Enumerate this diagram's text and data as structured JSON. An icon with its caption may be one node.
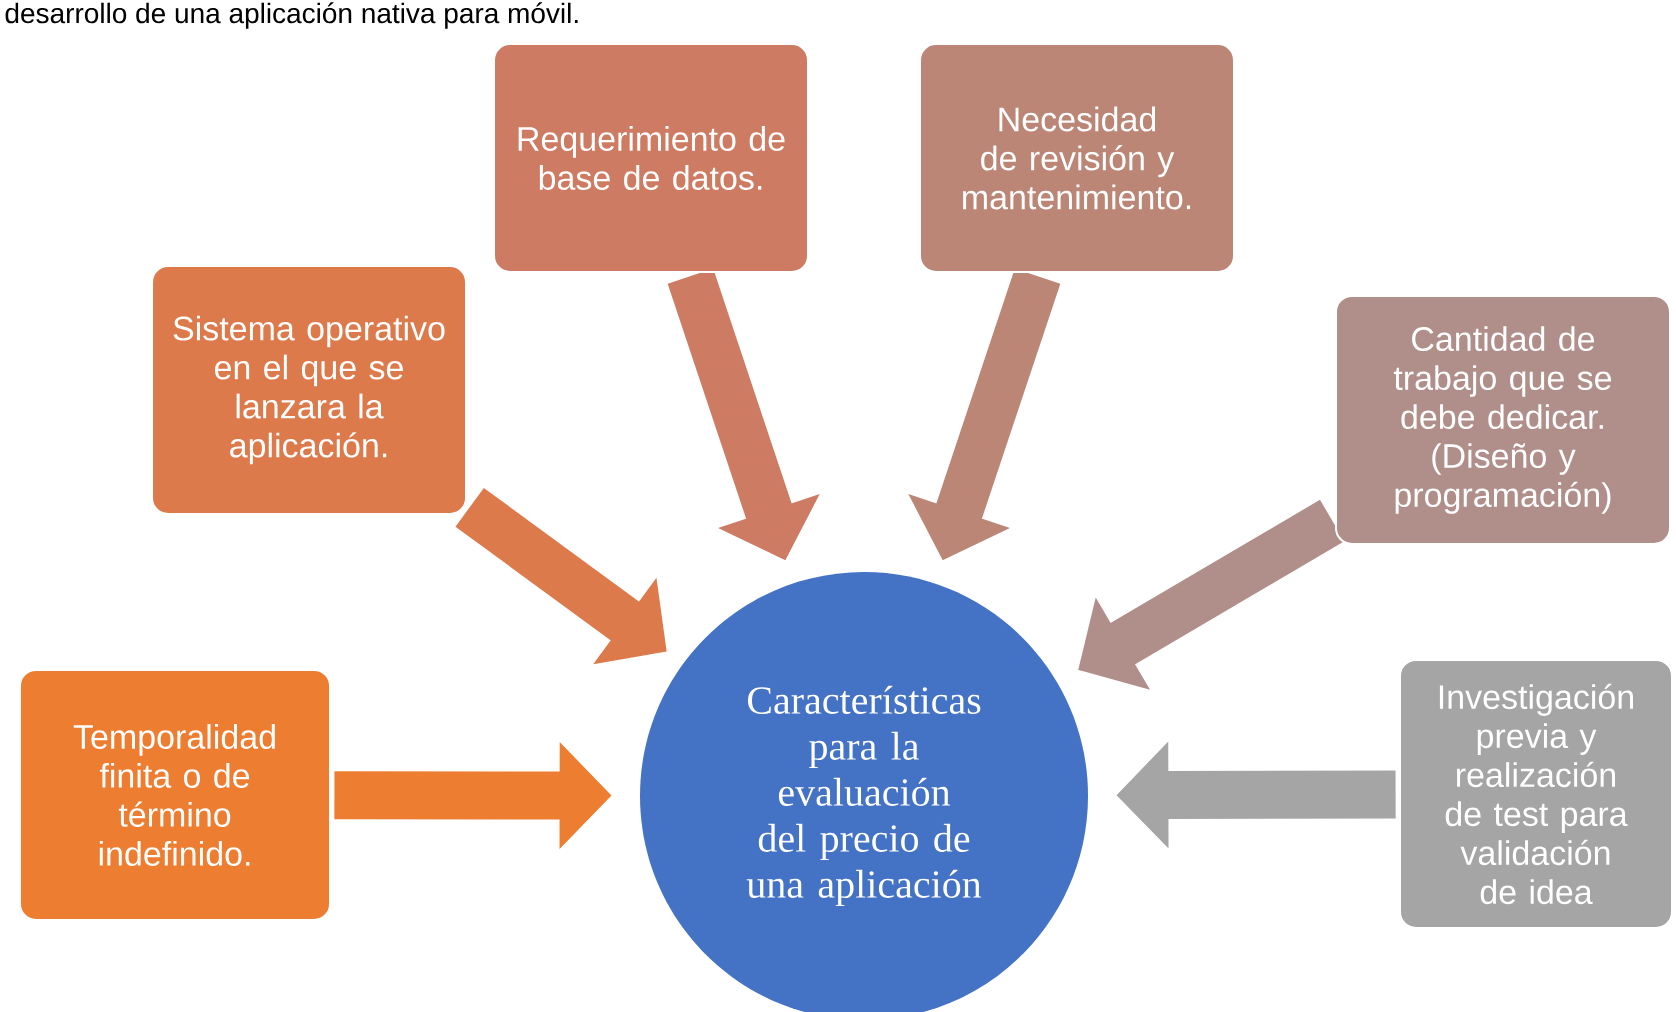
{
  "diagram": {
    "nodes": [
      {
        "text": [
          "Requerimiento de base de datos."
        ]
      },
      {
        "text": [
          "Necesidad de revisión y mantenimiento."
        ]
      },
      {
        "text": [
          "Sistema operativo en el que se lanzara la aplicación."
        ]
      },
      {
        "text": [
          "Cantidad de trabajo que se debe dedicar. (Diseño y programación)"
        ]
      },
      {
        "text": [
          "Temporalidad finita o de término indefinido."
        ]
      },
      {
        "text": [
          "Características para la evaluación del precio de una aplicación"
        ]
      },
      {
        "text": [
          "Investigación previa y realización de test para validación de idea"
        ]
      }
    ],
    "edges": [
      {
        "from": 0,
        "to": 5,
        "arrow": "to",
        "color": "#cd7b62"
      },
      {
        "from": 1,
        "to": 5,
        "arrow": "to",
        "color": "#bc8677"
      },
      {
        "from": 2,
        "to": 5,
        "arrow": "to",
        "color": "#dd7a4c"
      },
      {
        "from": 3,
        "to": 5,
        "arrow": "to",
        "color": "#b08f8b"
      },
      {
        "from": 4,
        "to": 5,
        "arrow": "to",
        "color": "#ed7d31"
      },
      {
        "from": 6,
        "to": 5,
        "arrow": "to",
        "color": "#a5a5a5"
      }
    ],
    "labels": [
      "desarrollo de una aplicación nativa para móvil."
    ]
  }
}
